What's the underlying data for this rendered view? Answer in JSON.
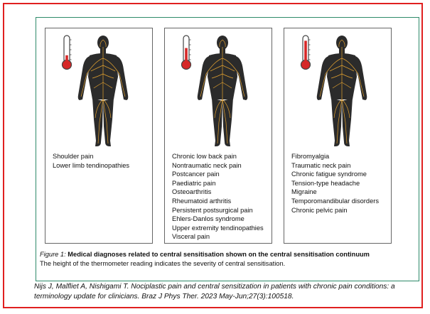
{
  "figure": {
    "panels": [
      {
        "thermometer_level": 0.3,
        "diagnoses": [
          "Shoulder pain",
          "Lower limb tendinopathies"
        ]
      },
      {
        "thermometer_level": 0.6,
        "diagnoses": [
          "Chronic low back pain",
          "Nontraumatic neck pain",
          "Postcancer pain",
          "Paediatric pain",
          "Osteoarthritis",
          "Rheumatoid arthritis",
          "Persistent postsurgical pain",
          "Ehlers-Danlos syndrome",
          "Upper extremity tendinopathies",
          "Visceral pain"
        ]
      },
      {
        "thermometer_level": 0.9,
        "diagnoses": [
          "Fibromyalgia",
          "Traumatic neck pain",
          "Chronic fatigue syndrome",
          "Tension-type headache",
          "Migraine",
          "Temporomandibular disorders",
          "Chronic pelvic pain"
        ]
      }
    ],
    "caption": {
      "label": "Figure 1:",
      "title": "Medical diagnoses related to central sensitisation shown on the central sensitisation continuum",
      "subtitle": "The height of the thermometer reading indicates the severity of central sensitisation."
    }
  },
  "citation": "Nijs J, Malfliet A, Nishigami T. Nociplastic pain and central sensitization in patients with chronic pain conditions: a terminology update for clinicians. Braz J Phys Ther. 2023 May-Jun;27(3):100518.",
  "colors": {
    "frame_red": "#e02020",
    "figure_border": "#2e8a6a",
    "thermometer_red": "#d62828",
    "body_dark": "#2b2b2b",
    "nerve_orange": "#e0a030"
  },
  "icons": {
    "thermometer": "thermometer-icon",
    "body": "human-nervous-system-figure"
  }
}
